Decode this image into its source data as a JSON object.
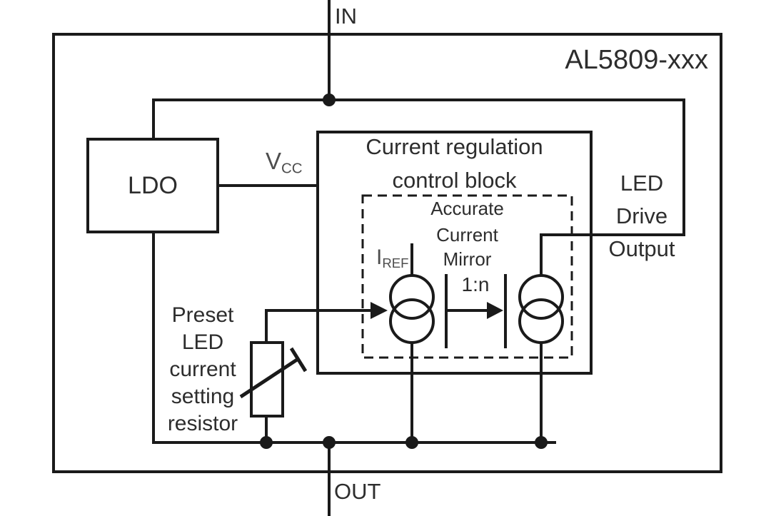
{
  "diagram": {
    "part_title": "AL5809-xxx",
    "pin_in": "IN",
    "pin_out": "OUT",
    "ldo_label": "LDO",
    "control_block_title": [
      "Current regulation",
      "control block"
    ],
    "mirror_title": [
      "Accurate",
      "Current",
      "Mirror"
    ],
    "mirror_ratio": "1:n",
    "vcc_label": {
      "main": "V",
      "sub": "CC"
    },
    "iref_label": {
      "main": "I",
      "sub": "REF"
    },
    "led_drive_label": [
      "LED",
      "Drive",
      "Output"
    ],
    "resistor_label": [
      "Preset",
      "LED",
      "current",
      "setting",
      "resistor"
    ],
    "colors": {
      "line": "#1a1a1a",
      "text": "#2d2d2d",
      "muted_text": "#4d4d4d",
      "background": "#ffffff"
    }
  }
}
